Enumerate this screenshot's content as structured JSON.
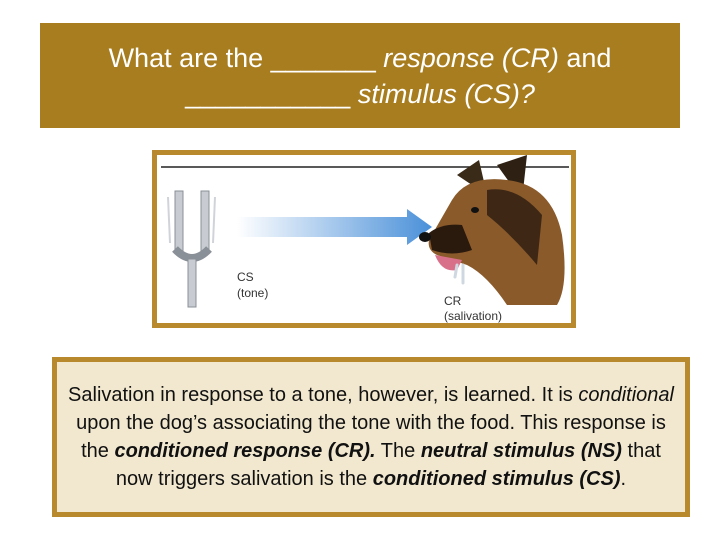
{
  "title": {
    "line1_prefix": "What are the _______ ",
    "line1_italic": "response (CR)",
    "line1_suffix": " and",
    "line2_prefix": "___________ ",
    "line2_italic": "stimulus (CS)?"
  },
  "figure": {
    "cs_label": "CS",
    "cs_sublabel": "(tone)",
    "cr_label": "CR",
    "cr_sublabel": "(salivation)"
  },
  "caption": {
    "s1": "Salivation in response to a tone, however, is learned. It is ",
    "s2_italic": "conditional",
    "s3": " upon the dog’s associating the tone with the food. This response is the ",
    "s4_bold": "conditioned response (CR).",
    "s5": " The ",
    "s6_bold": "neutral stimulus (NS)",
    "s7": " that now triggers salivation is the ",
    "s8_bold": "conditioned stimulus (CS)",
    "s9": "."
  },
  "colors": {
    "title_bg": "#a87d1f",
    "frame_border": "#b8892d",
    "caption_bg": "#f2e8cf",
    "arrow": "#4a90d9"
  }
}
